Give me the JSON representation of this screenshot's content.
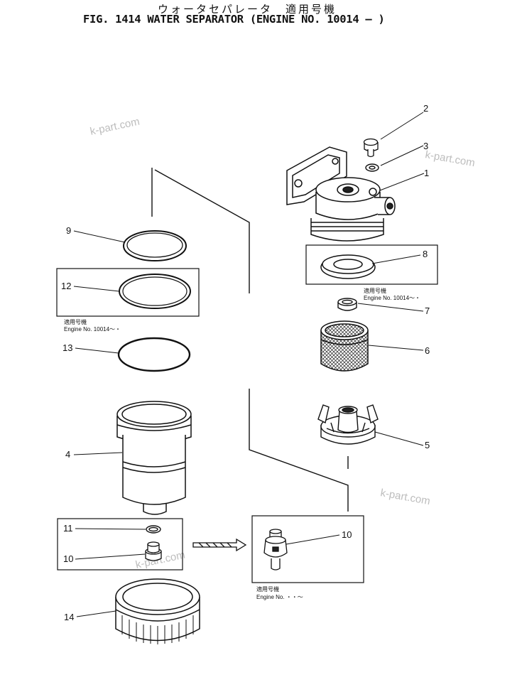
{
  "header": {
    "title_jp": "ウォータセパレータ　適用号機",
    "title_en": "FIG. 1414  WATER SEPARATOR (ENGINE NO. 10014 – )"
  },
  "callouts": {
    "c1": "1",
    "c2": "2",
    "c3": "3",
    "c4": "4",
    "c5": "5",
    "c6": "6",
    "c7": "7",
    "c8": "8",
    "c9": "9",
    "c10a": "10",
    "c10b": "10",
    "c11": "11",
    "c12": "12",
    "c13": "13",
    "c14": "14"
  },
  "notes": {
    "n8_jp": "適用号機",
    "n8_en": "Engine No. 10014～・",
    "n12_jp": "適用号機",
    "n12_en": "Engine No. 10014～・",
    "n10_jp": "適用号機",
    "n10_en": "Engine No. ・・～"
  },
  "watermarks": {
    "w1": "k-part.com",
    "w2": "k-part.com",
    "w3": "k-part.com",
    "w4": "k-part.com"
  }
}
